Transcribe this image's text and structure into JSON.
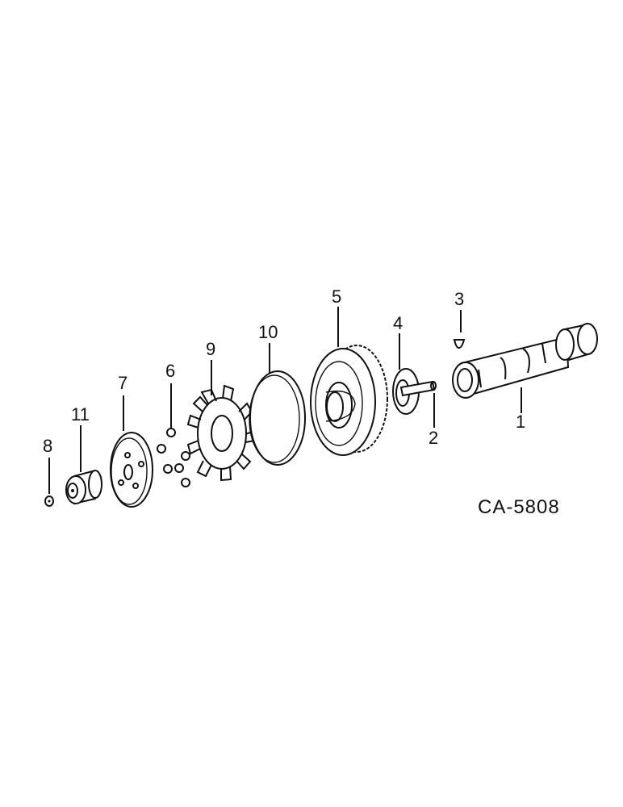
{
  "labels": {
    "p1": "1",
    "p2": "2",
    "p3": "3",
    "p4": "4",
    "p5": "5",
    "p6": "6",
    "p7": "7",
    "p8": "8",
    "p9": "9",
    "p10": "10",
    "p11": "11"
  },
  "reference_code": "CA-5808"
}
